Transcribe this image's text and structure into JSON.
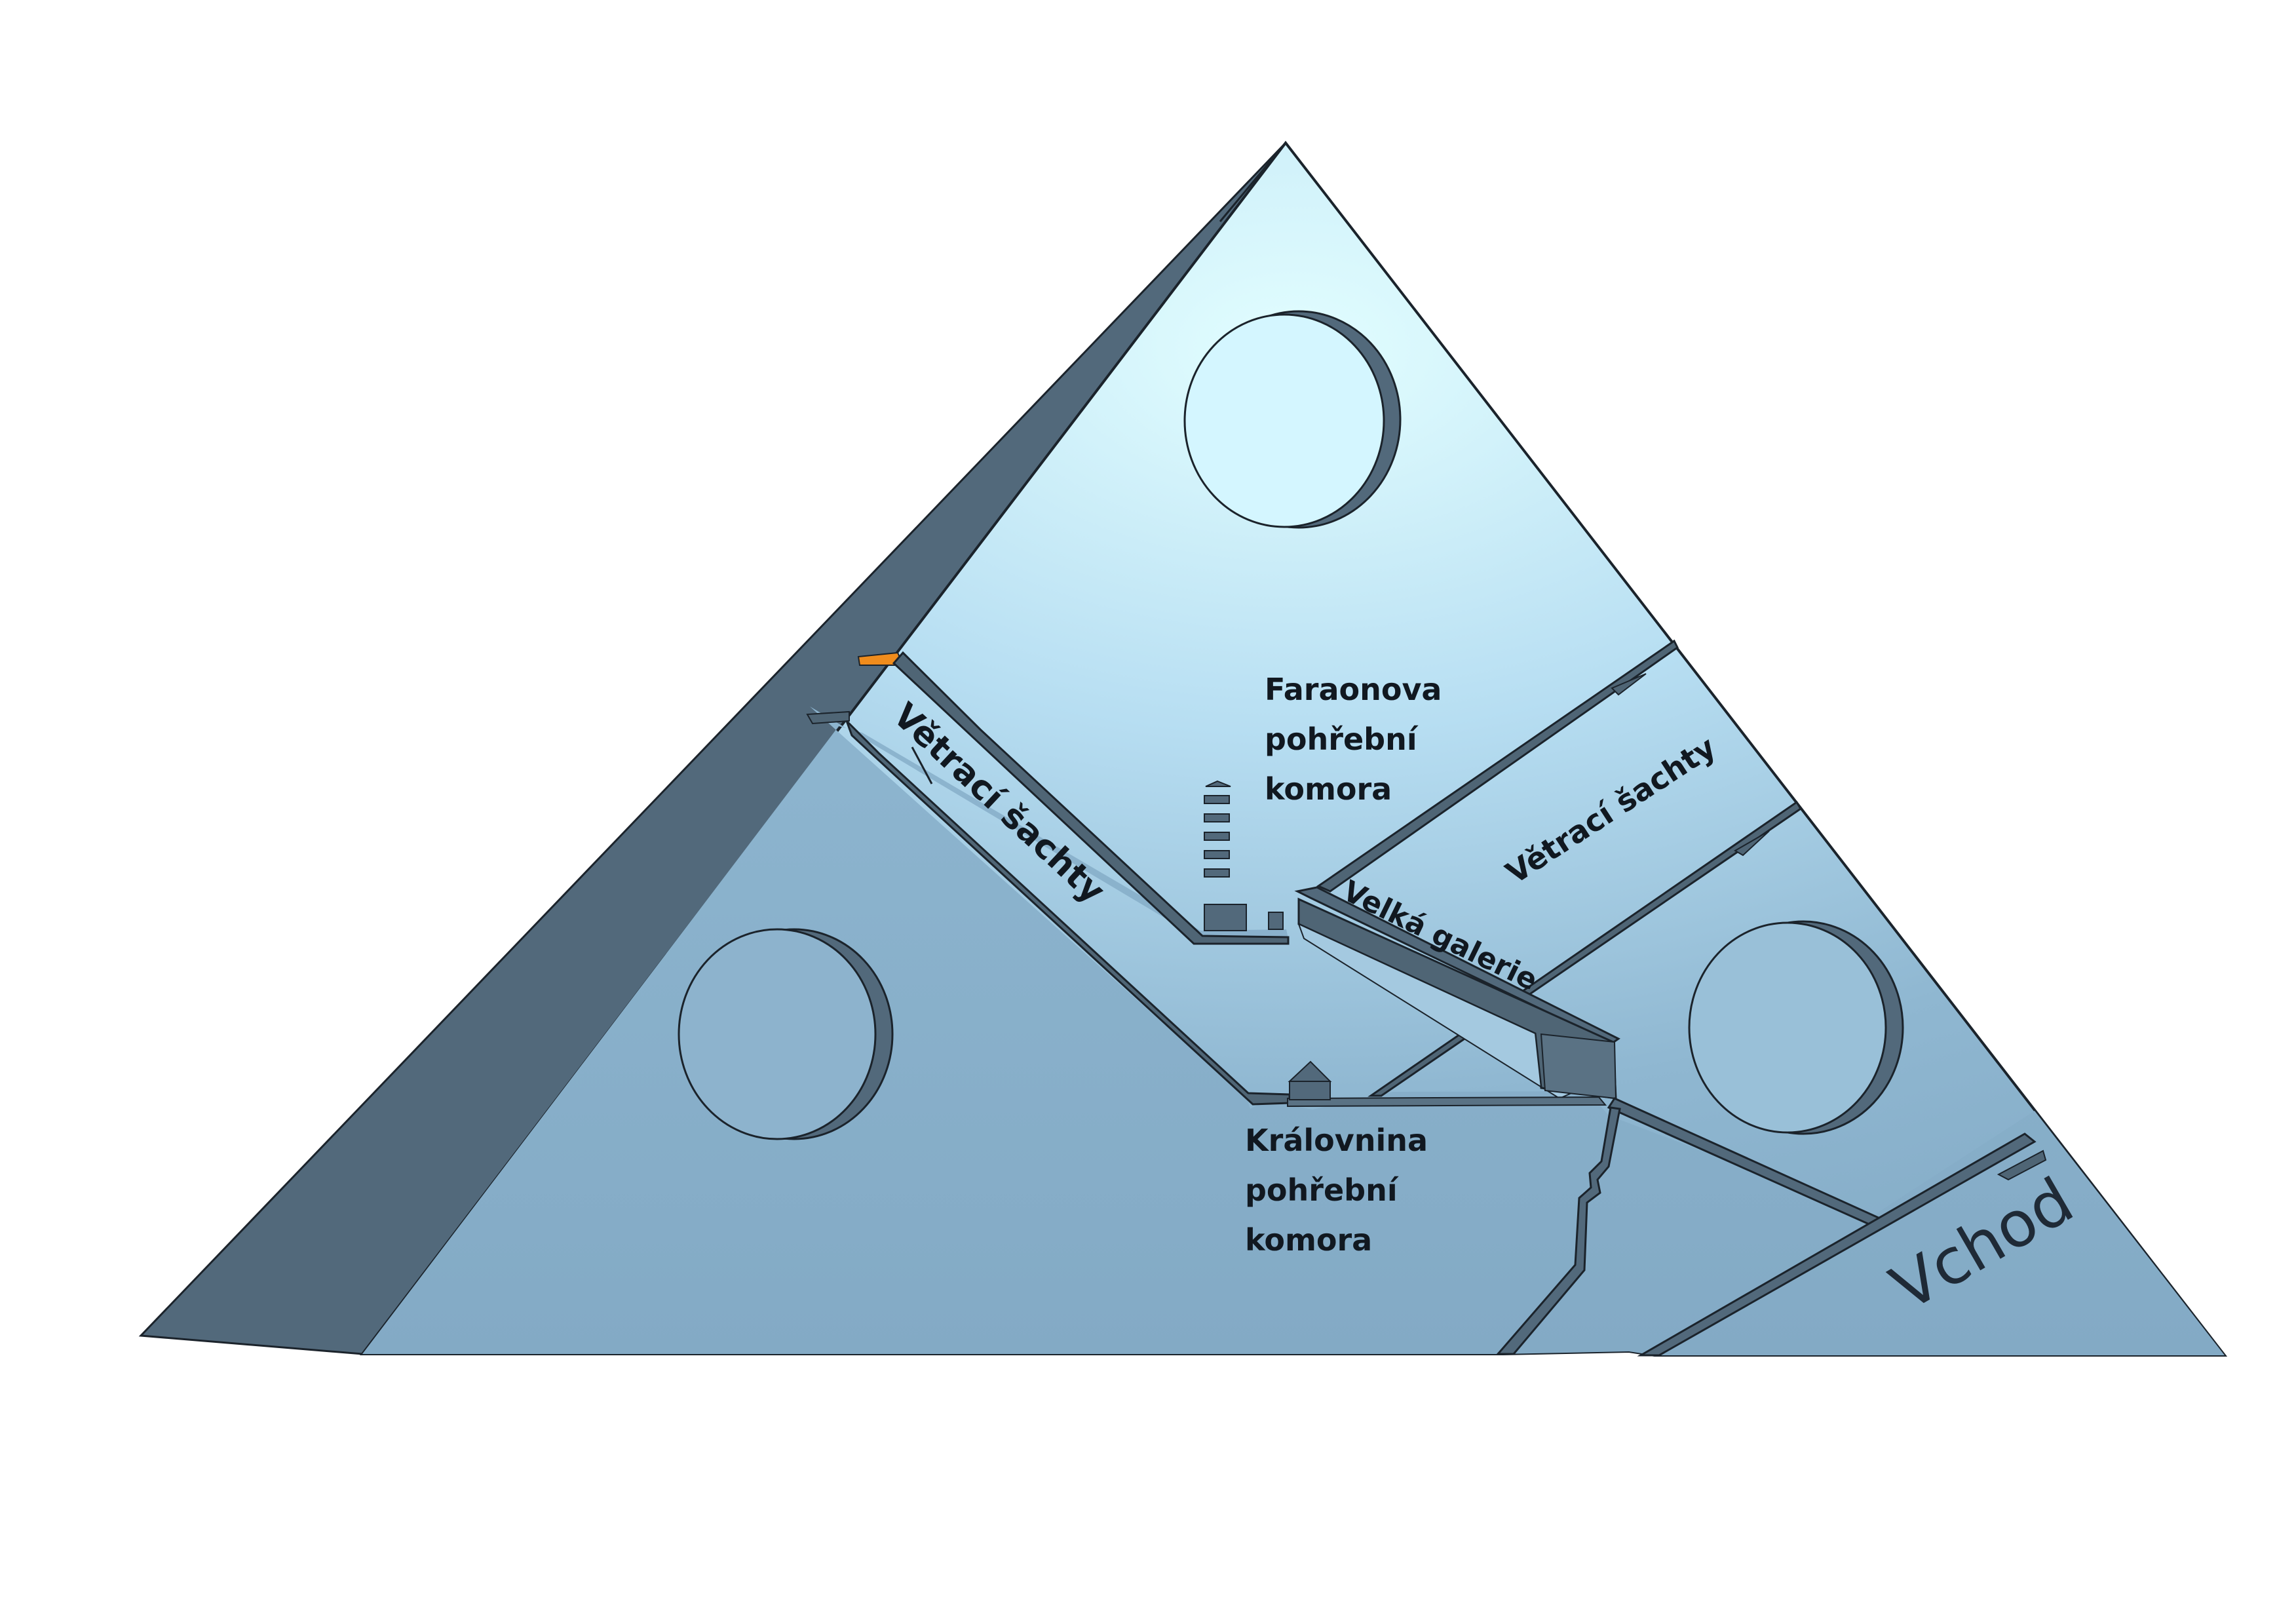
{
  "diagram": {
    "labels": {
      "pharaoh_chamber": [
        "Faraonova",
        "pohřební",
        "komora"
      ],
      "queen_chamber": [
        "Královnina",
        "pohřební",
        "komora"
      ],
      "shafts_left": "Větrací šachty",
      "shafts_right": "Větrací šachty",
      "grand_gallery": "Velká galerie",
      "entrance": "Vchod"
    },
    "colors": {
      "face_top": "#dcfbff",
      "face_mid": "#a9d2ea",
      "face_bottom": "#86aec8",
      "side_face": "#52697b",
      "outline": "#1b232b",
      "shaft_highlight": "#f08c1c",
      "cavity": "#4f6575"
    }
  }
}
